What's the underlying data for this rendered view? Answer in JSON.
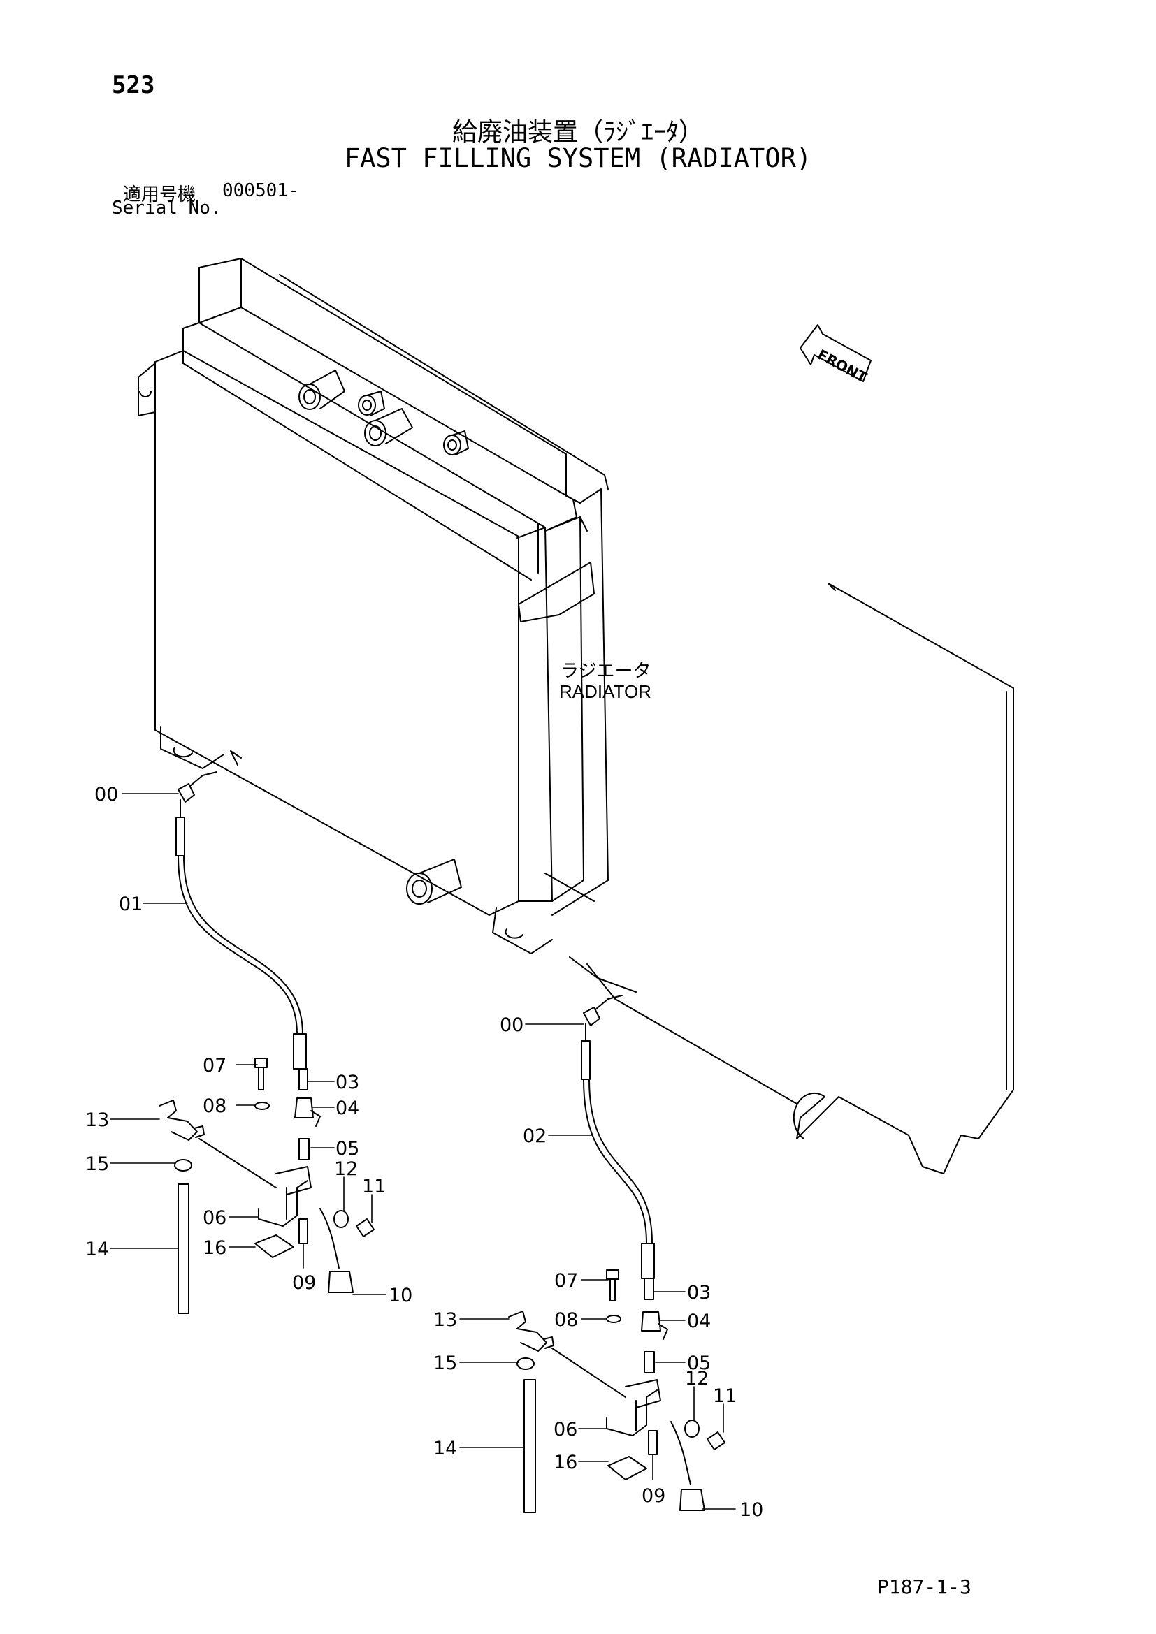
{
  "header": {
    "page_number": "523",
    "title_jp": "給廃油装置（ﾗｼﾞｴｰﾀ）",
    "title_en": "FAST FILLING SYSTEM (RADIATOR)",
    "serial_label_jp": "適用号機",
    "serial_value": "000501-",
    "serial_label_en": "Serial No."
  },
  "component_label": {
    "jp": "ラジエータ",
    "en": "RADIATOR"
  },
  "front_arrow_label": "FRONT",
  "footer": {
    "code": "P187-1-3"
  },
  "callouts": {
    "left": [
      "00",
      "01",
      "07",
      "03",
      "08",
      "04",
      "13",
      "05",
      "15",
      "12",
      "11",
      "06",
      "16",
      "14",
      "09",
      "10"
    ],
    "right": [
      "00",
      "02",
      "07",
      "03",
      "08",
      "04",
      "13",
      "05",
      "15",
      "12",
      "11",
      "06",
      "16",
      "14",
      "09",
      "10"
    ]
  }
}
